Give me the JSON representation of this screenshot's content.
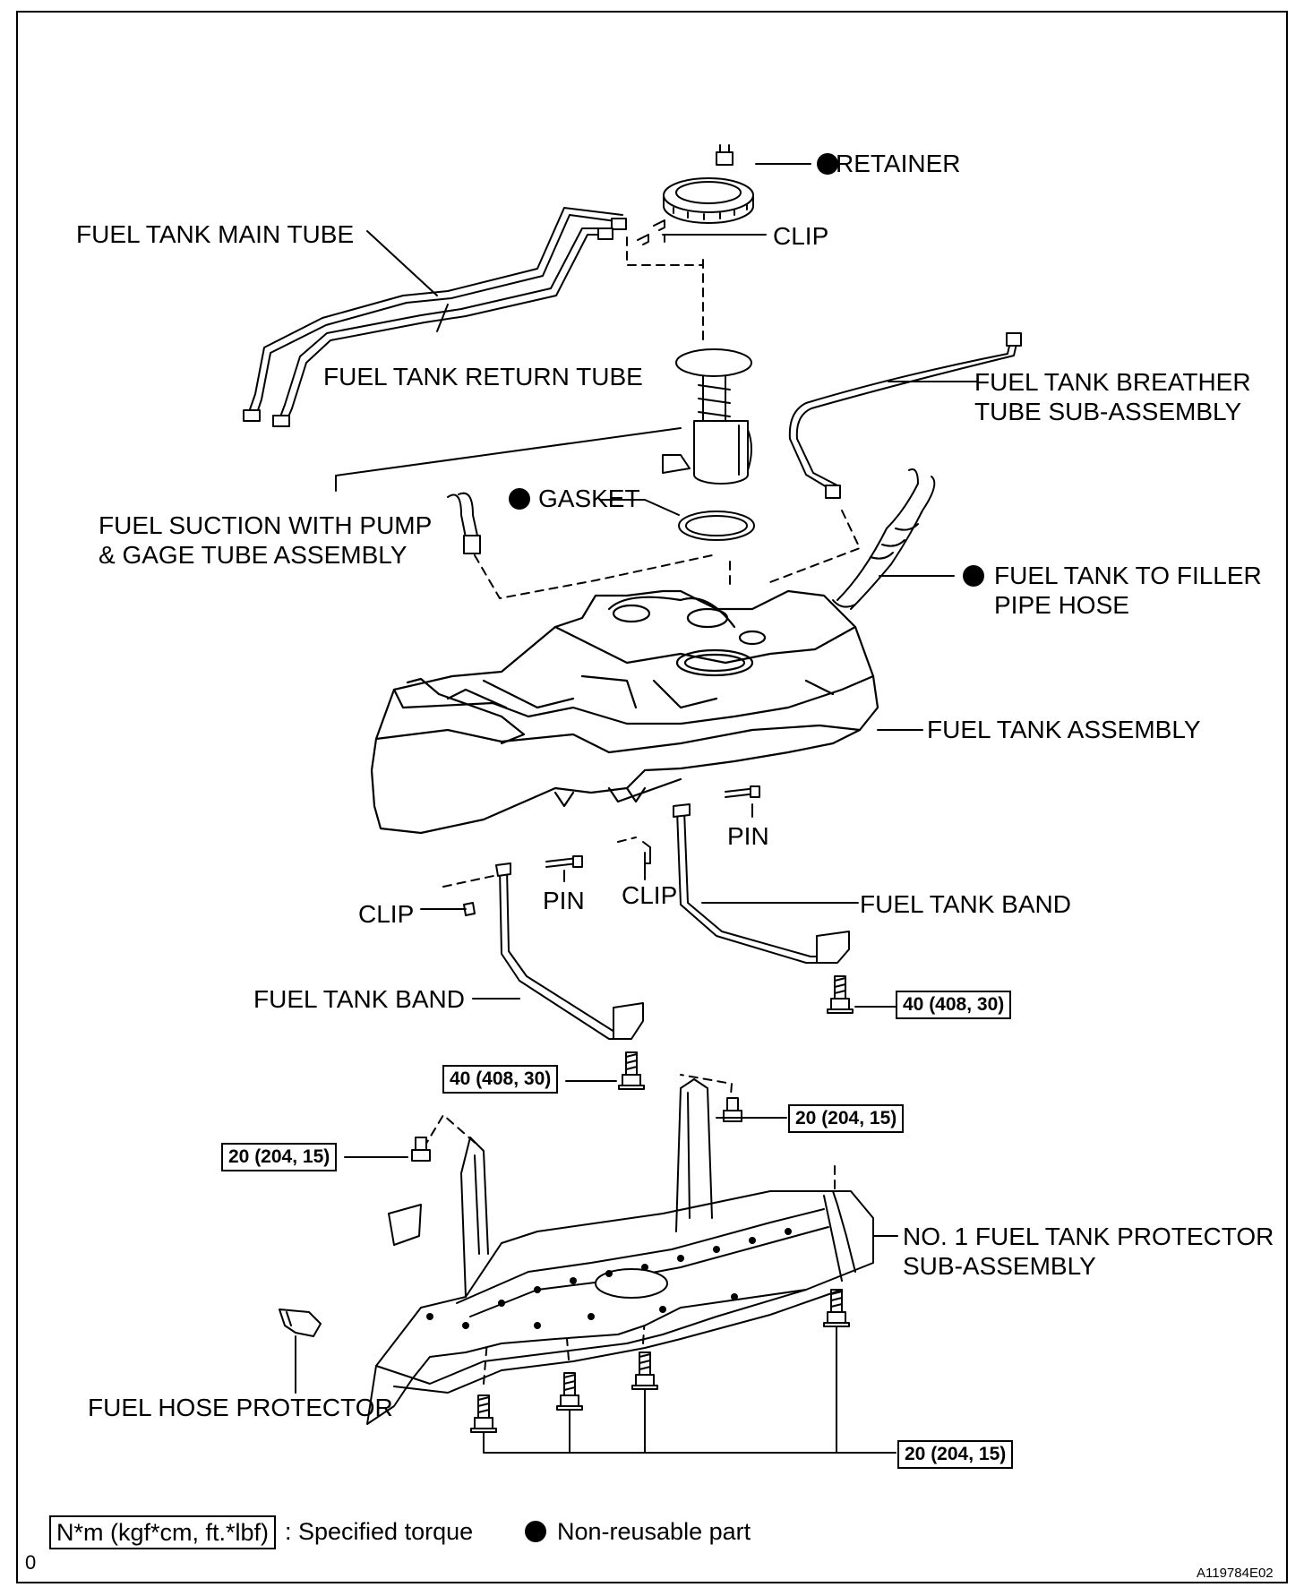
{
  "labels": {
    "retainer": "RETAINER",
    "clip_top": "CLIP",
    "main_tube": "FUEL TANK MAIN TUBE",
    "return_tube": "FUEL TANK RETURN TUBE",
    "breather_1": "FUEL TANK BREATHER",
    "breather_2": "TUBE SUB-ASSEMBLY",
    "gasket": "GASKET",
    "suction_1": "FUEL SUCTION WITH PUMP",
    "suction_2": "& GAGE TUBE ASSEMBLY",
    "filler_1": "FUEL TANK TO FILLER",
    "filler_2": "PIPE HOSE",
    "tank_assy": "FUEL TANK ASSEMBLY",
    "pin_right": "PIN",
    "pin_left": "PIN",
    "clip_mid": "CLIP",
    "clip_left": "CLIP",
    "band_right": "FUEL TANK BAND",
    "band_left": "FUEL TANK BAND",
    "protector_1": "NO. 1 FUEL TANK PROTECTOR",
    "protector_2": "SUB-ASSEMBLY",
    "hose_protector": "FUEL HOSE PROTECTOR"
  },
  "torques": {
    "band_right": "40 (408, 30)",
    "band_left": "40 (408, 30)",
    "prot_upper_right": "20 (204, 15)",
    "prot_upper_left": "20 (204, 15)",
    "prot_bottom": "20 (204, 15)"
  },
  "legend": {
    "torque_box": "N*m (kgf*cm, ft.*lbf)",
    "torque_text": ": Specified torque",
    "nonreuse_text": "Non-reusable part"
  },
  "figure_id": "A119784E02",
  "corner_mark": "0",
  "icons": {
    "non_reusable": "filled-circle",
    "bolt": "bolt-icon"
  }
}
